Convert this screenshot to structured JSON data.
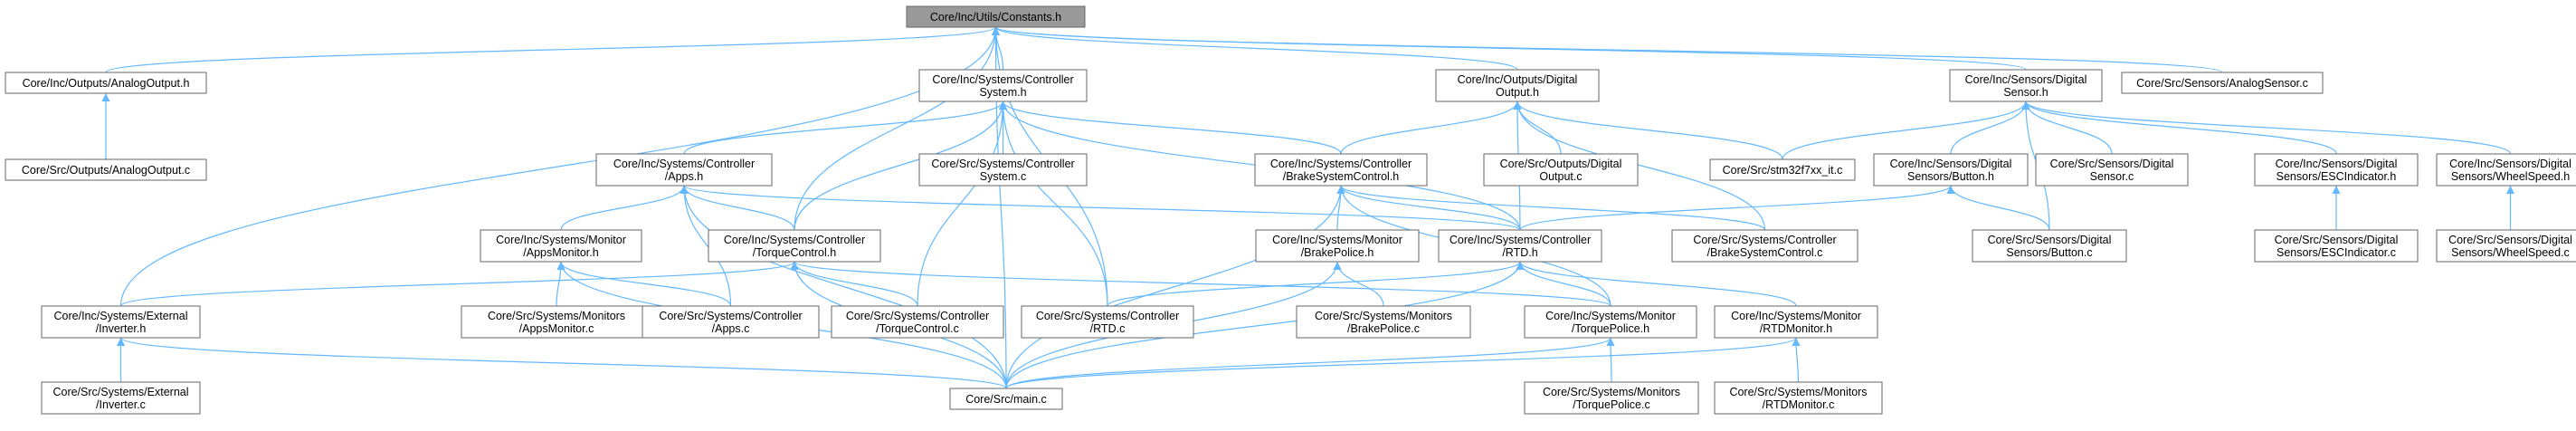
{
  "nodes": [
    {
      "id": "constants_h",
      "lines": [
        "Core/Inc/Utils/Constants.h"
      ],
      "highlight": true
    },
    {
      "id": "analogoutput_h",
      "lines": [
        "Core/Inc/Outputs/AnalogOutput.h"
      ]
    },
    {
      "id": "controllersystem_h",
      "lines": [
        "Core/Inc/Systems/Controller",
        "System.h"
      ]
    },
    {
      "id": "digitaloutput_h",
      "lines": [
        "Core/Inc/Outputs/Digital",
        "Output.h"
      ]
    },
    {
      "id": "digitalsensor_h",
      "lines": [
        "Core/Inc/Sensors/Digital",
        "Sensor.h"
      ]
    },
    {
      "id": "analogsensor_c",
      "lines": [
        "Core/Src/Sensors/AnalogSensor.c"
      ]
    },
    {
      "id": "analogoutput_c",
      "lines": [
        "Core/Src/Outputs/AnalogOutput.c"
      ]
    },
    {
      "id": "apps_h",
      "lines": [
        "Core/Inc/Systems/Controller",
        "/Apps.h"
      ]
    },
    {
      "id": "controllersystem_c",
      "lines": [
        "Core/Src/Systems/Controller",
        "System.c"
      ]
    },
    {
      "id": "brakesystemcontrol_h",
      "lines": [
        "Core/Inc/Systems/Controller",
        "/BrakeSystemControl.h"
      ]
    },
    {
      "id": "digitaloutput_c",
      "lines": [
        "Core/Src/Outputs/Digital",
        "Output.c"
      ]
    },
    {
      "id": "stm32_it_c",
      "lines": [
        "Core/Src/stm32f7xx_it.c"
      ]
    },
    {
      "id": "button_h",
      "lines": [
        "Core/Inc/Sensors/Digital",
        "Sensors/Button.h"
      ]
    },
    {
      "id": "digitalsensor_c",
      "lines": [
        "Core/Src/Sensors/Digital",
        "Sensor.c"
      ]
    },
    {
      "id": "escindicator_h",
      "lines": [
        "Core/Inc/Sensors/Digital",
        "Sensors/ESCIndicator.h"
      ]
    },
    {
      "id": "wheelspeed_h",
      "lines": [
        "Core/Inc/Sensors/Digital",
        "Sensors/WheelSpeed.h"
      ]
    },
    {
      "id": "appsmonitor_h",
      "lines": [
        "Core/Inc/Systems/Monitor",
        "/AppsMonitor.h"
      ]
    },
    {
      "id": "torquecontrol_h",
      "lines": [
        "Core/Inc/Systems/Controller",
        "/TorqueControl.h"
      ]
    },
    {
      "id": "brakepolice_h",
      "lines": [
        "Core/Inc/Systems/Monitor",
        "/BrakePolice.h"
      ]
    },
    {
      "id": "rtd_h",
      "lines": [
        "Core/Inc/Systems/Controller",
        "/RTD.h"
      ]
    },
    {
      "id": "brakesystemcontrol_c",
      "lines": [
        "Core/Src/Systems/Controller",
        "/BrakeSystemControl.c"
      ]
    },
    {
      "id": "button_c",
      "lines": [
        "Core/Src/Sensors/Digital",
        "Sensors/Button.c"
      ]
    },
    {
      "id": "escindicator_c",
      "lines": [
        "Core/Src/Sensors/Digital",
        "Sensors/ESCIndicator.c"
      ]
    },
    {
      "id": "wheelspeed_c",
      "lines": [
        "Core/Src/Sensors/Digital",
        "Sensors/WheelSpeed.c"
      ]
    },
    {
      "id": "inverter_h",
      "lines": [
        "Core/Inc/Systems/External",
        "/Inverter.h"
      ]
    },
    {
      "id": "appsmonitor_c",
      "lines": [
        "Core/Src/Systems/Monitors",
        "/AppsMonitor.c"
      ]
    },
    {
      "id": "apps_c",
      "lines": [
        "Core/Src/Systems/Controller",
        "/Apps.c"
      ]
    },
    {
      "id": "torquecontrol_c",
      "lines": [
        "Core/Src/Systems/Controller",
        "/TorqueControl.c"
      ]
    },
    {
      "id": "rtd_c",
      "lines": [
        "Core/Src/Systems/Controller",
        "/RTD.c"
      ]
    },
    {
      "id": "brakepolice_c",
      "lines": [
        "Core/Src/Systems/Monitors",
        "/BrakePolice.c"
      ]
    },
    {
      "id": "torquepolice_h",
      "lines": [
        "Core/Inc/Systems/Monitor",
        "/TorquePolice.h"
      ]
    },
    {
      "id": "rtdmonitor_h",
      "lines": [
        "Core/Inc/Systems/Monitor",
        "/RTDMonitor.h"
      ]
    },
    {
      "id": "inverter_c",
      "lines": [
        "Core/Src/Systems/External",
        "/Inverter.c"
      ]
    },
    {
      "id": "main_c",
      "lines": [
        "Core/Src/main.c"
      ]
    },
    {
      "id": "torquepolice_c",
      "lines": [
        "Core/Src/Systems/Monitors",
        "/TorquePolice.c"
      ]
    },
    {
      "id": "rtdmonitor_c",
      "lines": [
        "Core/Src/Systems/Monitors",
        "/RTDMonitor.c"
      ]
    }
  ],
  "edges": [
    [
      "analogoutput_h",
      "constants_h"
    ],
    [
      "controllersystem_h",
      "constants_h"
    ],
    [
      "digitaloutput_h",
      "constants_h"
    ],
    [
      "digitalsensor_h",
      "constants_h"
    ],
    [
      "analogsensor_c",
      "constants_h"
    ],
    [
      "inverter_h",
      "constants_h"
    ],
    [
      "main_c",
      "constants_h"
    ],
    [
      "torquecontrol_h",
      "constants_h"
    ],
    [
      "rtd_c",
      "constants_h"
    ],
    [
      "analogoutput_c",
      "analogoutput_h"
    ],
    [
      "apps_h",
      "controllersystem_h"
    ],
    [
      "controllersystem_c",
      "controllersystem_h"
    ],
    [
      "brakesystemcontrol_h",
      "controllersystem_h"
    ],
    [
      "torquecontrol_h",
      "controllersystem_h"
    ],
    [
      "rtd_h",
      "controllersystem_h"
    ],
    [
      "torquecontrol_c",
      "controllersystem_h"
    ],
    [
      "rtd_c",
      "controllersystem_h"
    ],
    [
      "brakesystemcontrol_h",
      "digitaloutput_h"
    ],
    [
      "digitaloutput_c",
      "digitaloutput_h"
    ],
    [
      "stm32_it_c",
      "digitaloutput_h"
    ],
    [
      "rtd_h",
      "digitaloutput_h"
    ],
    [
      "brakesystemcontrol_c",
      "digitaloutput_h"
    ],
    [
      "stm32_it_c",
      "digitalsensor_h"
    ],
    [
      "button_h",
      "digitalsensor_h"
    ],
    [
      "digitalsensor_c",
      "digitalsensor_h"
    ],
    [
      "escindicator_h",
      "digitalsensor_h"
    ],
    [
      "wheelspeed_h",
      "digitalsensor_h"
    ],
    [
      "button_c",
      "digitalsensor_h"
    ],
    [
      "appsmonitor_h",
      "apps_h"
    ],
    [
      "torquecontrol_h",
      "apps_h"
    ],
    [
      "apps_c",
      "apps_h"
    ],
    [
      "main_c",
      "apps_h"
    ],
    [
      "rtd_h",
      "apps_h"
    ],
    [
      "brakepolice_h",
      "brakesystemcontrol_h"
    ],
    [
      "rtd_h",
      "brakesystemcontrol_h"
    ],
    [
      "brakesystemcontrol_c",
      "brakesystemcontrol_h"
    ],
    [
      "main_c",
      "brakesystemcontrol_h"
    ],
    [
      "torquepolice_h",
      "brakesystemcontrol_h"
    ],
    [
      "rtd_h",
      "button_h"
    ],
    [
      "button_c",
      "button_h"
    ],
    [
      "escindicator_c",
      "escindicator_h"
    ],
    [
      "wheelspeed_c",
      "wheelspeed_h"
    ],
    [
      "appsmonitor_c",
      "appsmonitor_h"
    ],
    [
      "apps_c",
      "appsmonitor_h"
    ],
    [
      "main_c",
      "appsmonitor_h"
    ],
    [
      "inverter_h",
      "torquecontrol_h"
    ],
    [
      "torquecontrol_c",
      "torquecontrol_h"
    ],
    [
      "main_c",
      "torquecontrol_h"
    ],
    [
      "torquepolice_h",
      "torquecontrol_h"
    ],
    [
      "brakepolice_c",
      "brakepolice_h"
    ],
    [
      "main_c",
      "brakepolice_h"
    ],
    [
      "rtd_c",
      "rtd_h"
    ],
    [
      "torquepolice_h",
      "rtd_h"
    ],
    [
      "rtdmonitor_h",
      "rtd_h"
    ],
    [
      "main_c",
      "rtd_h"
    ],
    [
      "inverter_c",
      "inverter_h"
    ],
    [
      "main_c",
      "inverter_h"
    ],
    [
      "main_c",
      "torquepolice_h"
    ],
    [
      "torquepolice_c",
      "torquepolice_h"
    ],
    [
      "main_c",
      "rtdmonitor_h"
    ],
    [
      "rtdmonitor_c",
      "rtdmonitor_h"
    ]
  ],
  "colors": {
    "edge": "#63b8ff",
    "node_border": "#666666",
    "node_fill": "#ffffff",
    "highlight_fill": "#999999"
  }
}
